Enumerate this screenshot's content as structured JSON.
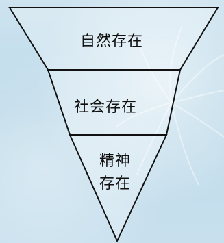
{
  "diagram": {
    "type": "inverted-pyramid",
    "layers": [
      {
        "label": "自然存在"
      },
      {
        "label": "社会存在"
      },
      {
        "line1": "精神",
        "line2": "存在"
      }
    ]
  }
}
